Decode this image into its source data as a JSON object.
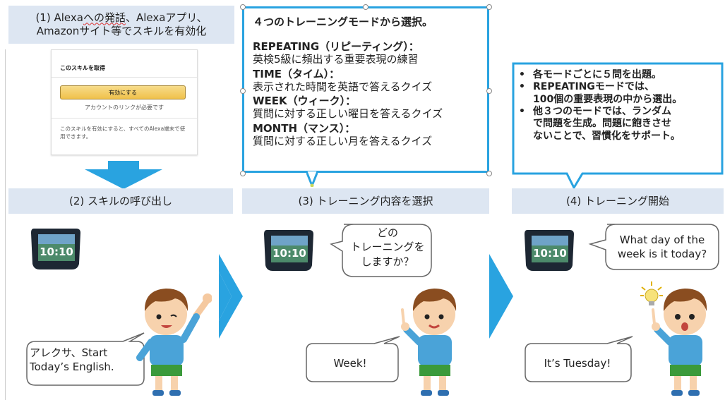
{
  "step1": {
    "label_line1_a": "(1) Alexa",
    "label_line1_b": "への発話",
    "label_line1_c": "、Alexaアプリ、",
    "label_line2": "Amazonサイト等でスキルを有効化"
  },
  "skill_panel": {
    "title": "このスキルを取得",
    "button": "有効にする",
    "link_note": "アカウントのリンクが必要です",
    "description": "このスキルを有効にすると、すべてのAlexa端末で使用できます。"
  },
  "step2": {
    "label": "(2) スキルの呼び出し",
    "user_speech_1": "アレクサ、Start",
    "user_speech_2": "Today’s English."
  },
  "modes_box": {
    "title": "４つのトレーニングモードから選択。",
    "modes": [
      {
        "name": "REPEATING（リピーティング）：",
        "desc": "英検5級に頻出する重要表現の練習"
      },
      {
        "name": "TIME（タイム）：",
        "desc": "表示された時間を英語で答えるクイズ"
      },
      {
        "name": "WEEK（ウィーク）：",
        "desc": "質問に対する正しい曜日を答えるクイズ"
      },
      {
        "name": "MONTH（マンス）：",
        "desc": "質問に対する正しい月を答えるクイズ"
      }
    ]
  },
  "step3": {
    "label": "(3) トレーニング内容を選択",
    "device_line1": "どの",
    "device_line2": "トレーニングを",
    "device_line3": "しますか？",
    "user_speech": "Week!"
  },
  "tips_box": {
    "items": [
      "各モードごとに５問を出題。",
      "REPEATINGモードでは、\n100個の重要表現の中から選出。",
      "他３つのモードでは、ランダム\nで問題を生成。問題に飽きさせ\nないことで、習慣化をサポート。"
    ]
  },
  "step4": {
    "label": "(4) トレーニング開始",
    "device_line1": "What day of the",
    "device_line2": "week is  it today?",
    "user_speech": "It’s Tuesday!"
  },
  "device": {
    "clock_text": "10:10"
  },
  "colors": {
    "accent": "#29a3e0",
    "header_bg": "#dde6f2"
  }
}
